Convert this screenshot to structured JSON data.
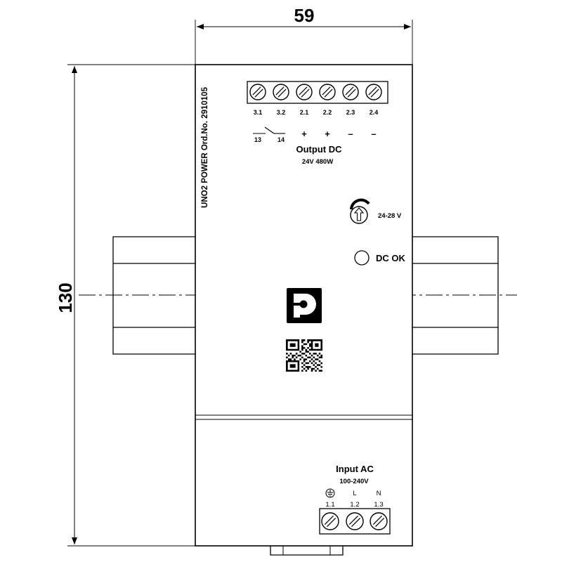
{
  "dimensions": {
    "width": "59",
    "height": "130"
  },
  "device": {
    "side_label": "UNO2 POWER Ord.No. 2910105",
    "output": {
      "title": "Output DC",
      "rating": "24V 480W",
      "terminals": [
        "3.1",
        "3.2",
        "2.1",
        "2.2",
        "2.3",
        "2.4"
      ],
      "relay_contacts": [
        "13",
        "14"
      ],
      "polarity": [
        "+",
        "+",
        "–",
        "–"
      ]
    },
    "adjust": {
      "label": "24-28 V",
      "icon": "potentiometer-up-arrow-icon"
    },
    "status": {
      "label": "DC OK",
      "icon": "led-circle-icon"
    },
    "logo": "phoenix-contact-logo",
    "qr": "qr-code",
    "input": {
      "title": "Input AC",
      "rating": "100-240V",
      "symbols": [
        "L",
        "N"
      ],
      "symbol_icons": [
        "ground-icon"
      ],
      "terminals": [
        "1.1",
        "1.2",
        "1.3"
      ]
    }
  }
}
